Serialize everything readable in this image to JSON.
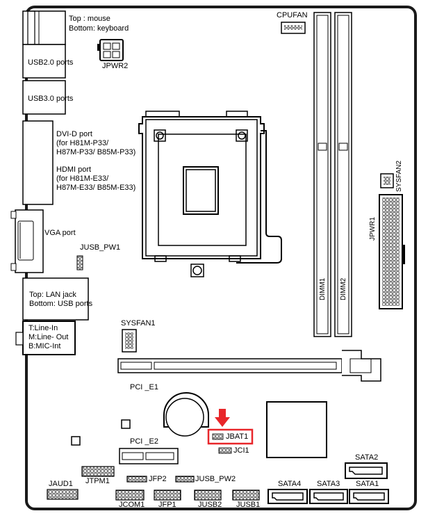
{
  "labels": {
    "top_mouse": "Top : mouse",
    "bottom_keyboard": "Bottom: keyboard",
    "jpwr2": "JPWR2",
    "cpufan": "CPUFAN",
    "usb20": "USB2.0 ports",
    "usb30": "USB3.0 ports",
    "dvid_1": "DVI-D port",
    "dvid_2": "(for H81M-P33/",
    "dvid_3": "H87M-P33/ B85M-P33)",
    "hdmi_1": "HDMI port",
    "hdmi_2": "(for H81M-E33/",
    "hdmi_3": "H87M-E33/ B85M-E33)",
    "vga": "VGA port",
    "jusb_pw1": "JUSB_PW1",
    "lan_1": "Top: LAN jack",
    "lan_2": "Bottom: USB ports",
    "audio_1": "T:Line-In",
    "audio_2": "M:Line- Out",
    "audio_3": "B:MIC-Int",
    "sysfan1": "SYSFAN1",
    "sysfan2": "SYSFAN2",
    "jpwr1": "JPWR1",
    "dimm1": "DIMM1",
    "dimm2": "DIMM2",
    "pci_e1": "PCI _E1",
    "pci_e2": "PCI _E2",
    "jbat1": "JBAT1",
    "jci1": "JCI1",
    "sata2": "SATA2",
    "sata4": "SATA4",
    "sata3": "SATA3",
    "sata1": "SATA1",
    "jaud1": "JAUD1",
    "jtpm1": "JTPM1",
    "jfp2": "JFP2",
    "jusb_pw2": "JUSB_PW2",
    "jcom1": "JCOM1",
    "jfp1": "JFP1",
    "jusb2": "JUSB2",
    "jusb1": "JUSB1"
  },
  "colors": {
    "board_outline": "#1a1a1a",
    "highlight": "#e8262a"
  },
  "icons": {
    "jbat_pointer": "arrow-down-icon"
  }
}
